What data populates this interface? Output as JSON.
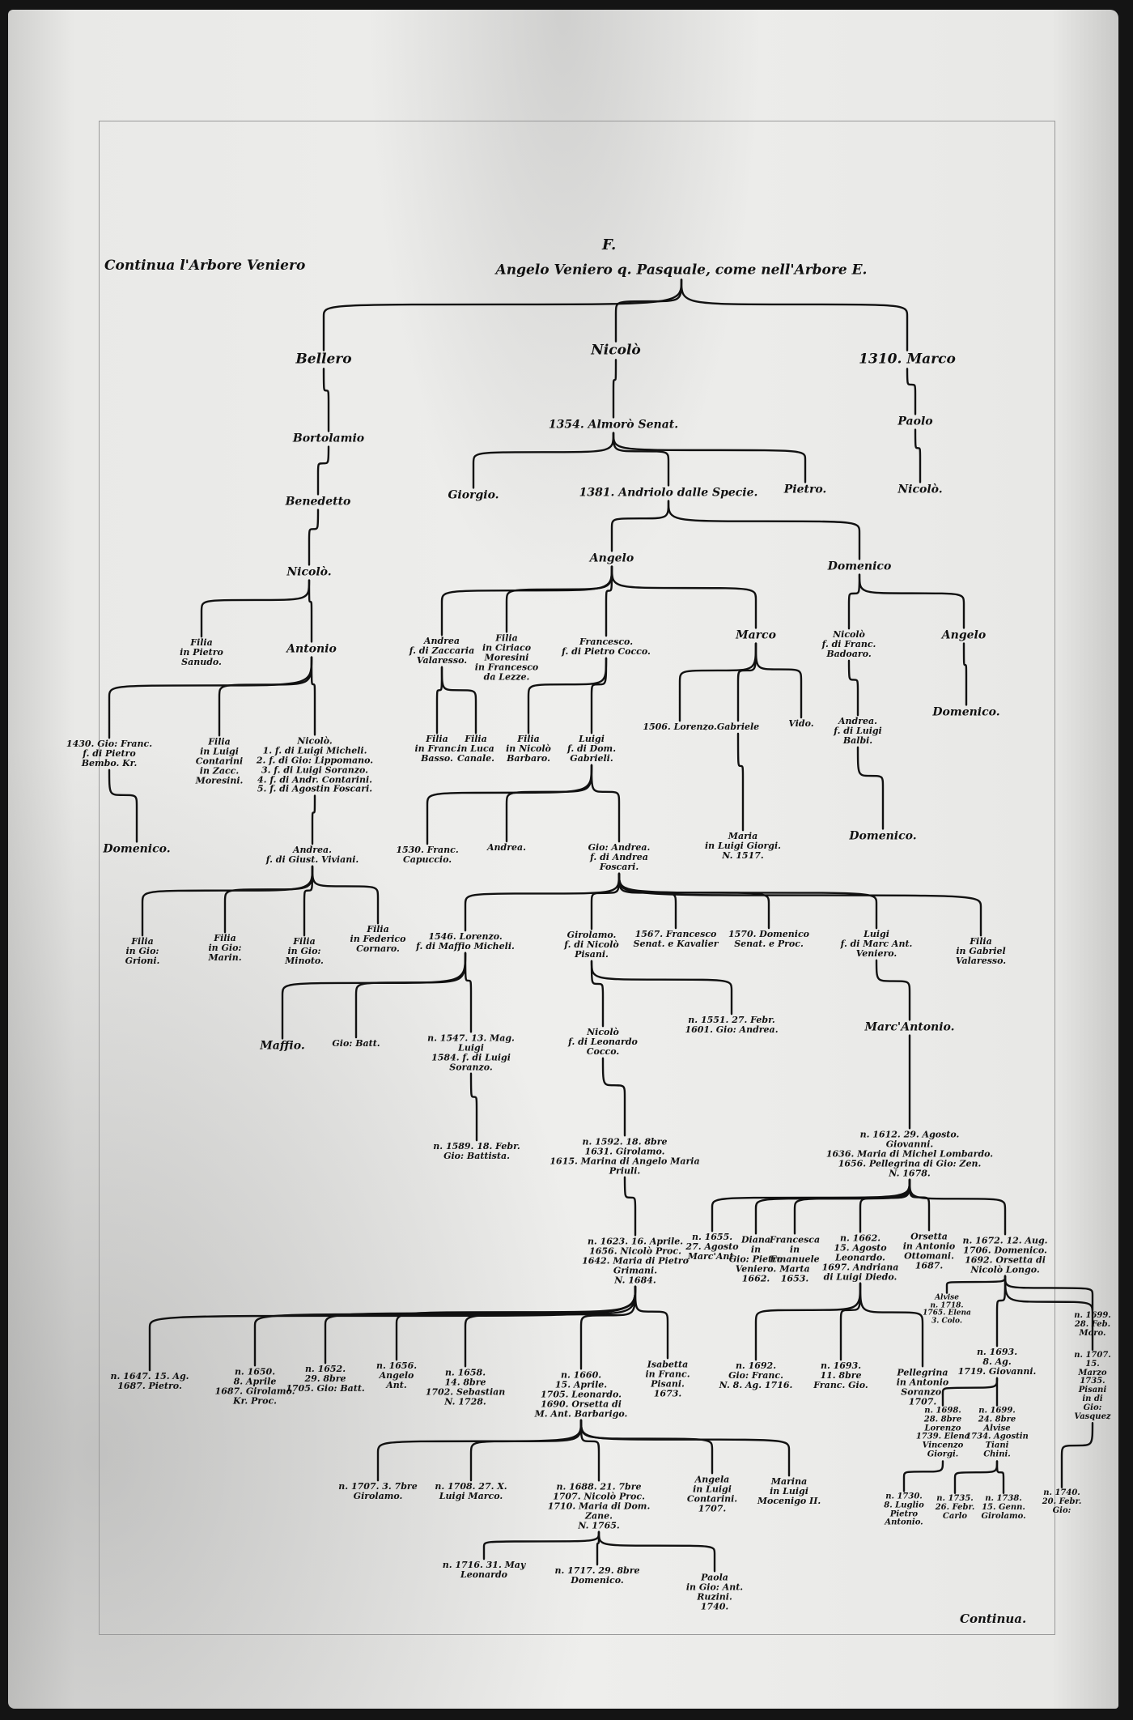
{
  "header": {
    "continued_from": "Continua l'Arbore Veniero",
    "sheet_letter": "F.",
    "continue_label": "Continua."
  },
  "tree": {
    "root": "Angelo Veniero q. Pasquale, come nell'Arbore E.",
    "bellero": "Bellero",
    "nicolo1": "Nicolò",
    "marco1310": "1310. Marco",
    "bortolamio": "Bortolamio",
    "almoro": "1354. Almorò Senat.",
    "paolo": "Paolo",
    "benedetto": "Benedetto",
    "giorgio": "Giorgio.",
    "andriolo": "1381. Andriolo dalle Specie.",
    "pietro": "Pietro.",
    "nicolo_m": "Nicolò.",
    "nicolo2": "Nicolò.",
    "angelo": "Angelo",
    "domenico1": "Domenico",
    "filia_sanudo": "Filia\nin Pietro\nSanudo.",
    "antonio": "Antonio",
    "andrea_val": "Andrea\nf. di Zaccaria\nValaresso.",
    "filia_mor": "Filia\nin Ciriaco\nMoresini\nin Francesco\nda Lezze.",
    "francesco": "Francesco.\nf. di Pietro Cocco.",
    "marco2": "Marco",
    "nicolo_bad": "Nicolò\nf. di Franc.\nBadoaro.",
    "angelo2": "Angelo",
    "giofranc": "1430. Gio: Franc.\nf. di Pietro\nBembo. Kr.",
    "filia_cont": "Filia\nin Luigi\nContarini\nin Zacc.\nMoresini.",
    "nicolo3": "Nicolò.\n1. f. di Luigi Micheli.\n2. f. di Gio: Lippomano.\n3. f. di Luigi Soranzo.\n4. f. di Andr. Contarini.\n5. f. di Agostin Foscari.",
    "filia_basso": "Filia\nin Franc.\nBasso.",
    "filia_canale": "Filia\nin Luca\nCanale.",
    "filia_barbaro": "Filia\nin Nicolò\nBarbaro.",
    "luigi_gab": "Luigi\nf. di Dom.\nGabrieli.",
    "lorenzo1506": "1506. Lorenzo.",
    "gabriele": "Gabriele",
    "vido": "Vido.",
    "andrea_balbi": "Andrea.\nf. di Luigi\nBalbi.",
    "domenico2": "Domenico.",
    "domenico3": "Domenico.",
    "andrea_iv": "Andrea.\nf. di Giust. Viviani.",
    "franc1530": "1530. Franc.\nCapuccio.",
    "andrea2": "Andrea.",
    "gioandrea": "Gio: Andrea.\nf. di Andrea\nFoscari.",
    "maria": "Maria\nin Luigi Giorgi.\nN. 1517.",
    "domenico4": "Domenico.",
    "filia_a": "Filia\nin Gio:\nGrioni.",
    "filia_b": "Filia\nin Gio:\nMarin.",
    "filia_c": "Filia\nin Gio:\nMinoto.",
    "filia_d": "Filia\nin Federico\nCornaro.",
    "lorenzo1546": "1546. Lorenzo.\nf. di Maffio Micheli.",
    "girolamo": "Girolamo.\nf. di Nicolò\nPisani.",
    "francesco1567": "1567. Francesco\nSenat. e Kavalier",
    "domenico1570": "1570. Domenico\nSenat. e Proc.",
    "luigi_ven": "Luigi\nf. di Marc Ant.\nVeniero.",
    "filia_val": "Filia\nin Gabriel\nValaresso.",
    "maffio": "Maffio.",
    "giobatt": "Gio: Batt.",
    "luigi1547": "n. 1547. 13. Mag.\nLuigi\n1584. f. di Luigi\nSoranzo.",
    "nicolo_cocco": "Nicolò\nf. di Leonardo\nCocco.",
    "gioandrea1551": "n. 1551. 27. Febr.\n1601. Gio: Andrea.",
    "marcantonio": "Marc'Antonio.",
    "giobattista1589": "n. 1589. 18. Febr.\nGio: Battista.",
    "girolamo1592": "n. 1592. 18. 8bre\n1631. Girolamo.\n1615. Marina di Angelo Maria\nPriuli.",
    "giovanni1612": "n. 1612. 29. Agosto.\nGiovanni.\n1636. Maria di Michel Lombardo.\n1656. Pellegrina di Gio: Zen.\nN. 1678.",
    "nicolo1623": "n. 1623. 16. Aprile.\n1656. Nicolò Proc.\n1642. Maria di Pietro\nGrimani.\nN. 1684.",
    "marcant1655": "n. 1655.\n27. Agosto\nMarc'Ant.",
    "diana": "Diana\nin\nGio: Pietro\nVeniero.\n1662.",
    "francesca": "Francesca\nin\nEmanuele\nMarta\n1653.",
    "leonardo1662": "n. 1662.\n15. Agosto\nLeonardo.\n1697. Andriana\ndi Luigi Diedo.",
    "orsetta": "Orsetta\nin Antonio\nOttomani.\n1687.",
    "domenico1672": "n. 1672. 12. Aug.\n1706. Domenico.\n1692. Orsetta di\nNicolò Longo.",
    "pietro1687": "n. 1647. 15. Ag.\n1687. Pietro.",
    "girolamo1650": "n. 1650.\n8. Aprile\n1687. Girolamo.\nKr. Proc.",
    "giobatt1652": "n. 1652.\n29. 8bre\n1705. Gio: Batt.",
    "angelo1656": "n. 1656.\nAngelo\nAnt.",
    "sebast1658": "n. 1658.\n14. 8bre\n1702. Sebastian\nN. 1728.",
    "leonardo1660": "n. 1660.\n15. Aprile.\n1705. Leonardo.\n1690. Orsetta di\nM. Ant. Barbarigo.",
    "isabetta": "Isabetta\nin Franc.\nPisani.\n1673.",
    "giofranc1692": "n. 1692.\nGio: Franc.\nN. 8. Ag. 1716.",
    "franc1693": "n. 1693.\n11. 8bre\nFranc. Gio.",
    "pellegrina": "Pellegrina\nin Antonio\nSoranzo.\n1707.",
    "alvise_note": "Alvise\nn. 1718.\n1765. Elena\n3. Colo.",
    "giovanni1693": "n. 1693.\n8. Ag.\n1719. Giovanni.",
    "moro": "n. 1699.\n28. Feb.\nMoro.",
    "vasquez": "n. 1707.\n15. Marzo\n1735. Pisani\nin di Gio:\nVasquez",
    "vincenzo": "n. 1698.\n28. 8bre\nLorenzo\n1739. Elena\nVincenzo\nGiorgi.",
    "alvise1699": "n. 1699.\n24. 8bre\nAlvise\n1734. Agostin\nTiani\nChini.",
    "girolamo1707": "n. 1707. 3. 7bre\nGirolamo.",
    "luigi_m": "n. 1708. 27. X.\nLuigi Marco.",
    "nicolo1688": "n. 1688. 21. 7bre\n1707. Nicolò Proc.\n1710. Maria di Dom.\nZane.\nN. 1765.",
    "angela": "Angela\nin Luigi\nContarini.\n1707.",
    "marina": "Marina\nin Luigi\nMocenigo II.",
    "pietroant": "n. 1730.\n8. Luglio\nPietro\nAntonio.",
    "carlo": "n. 1735.\n26. Febr.\nCarlo",
    "girolamo1738": "n. 1738.\n15. Genn.\nGirolamo.",
    "gio1740": "n. 1740.\n20. Febr.\nGio:",
    "leonardo1716": "n. 1716. 31. May\nLeonardo",
    "domenico1717": "n. 1717. 29. 8bre\nDomenico.",
    "paola": "Paola\nin Gio: Ant.\nRuzini.\n1740."
  }
}
